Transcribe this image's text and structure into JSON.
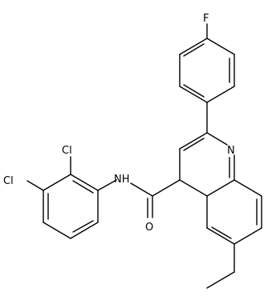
{
  "molecule": {
    "atoms": {
      "fluorine": "F",
      "chlorine_ortho": "Cl",
      "chlorine_meta": "Cl",
      "amide_nitrogen": "NH",
      "ring_nitrogen": "N",
      "carbonyl_oxygen": "O"
    },
    "line_color": "#000000",
    "background": "#ffffff"
  }
}
